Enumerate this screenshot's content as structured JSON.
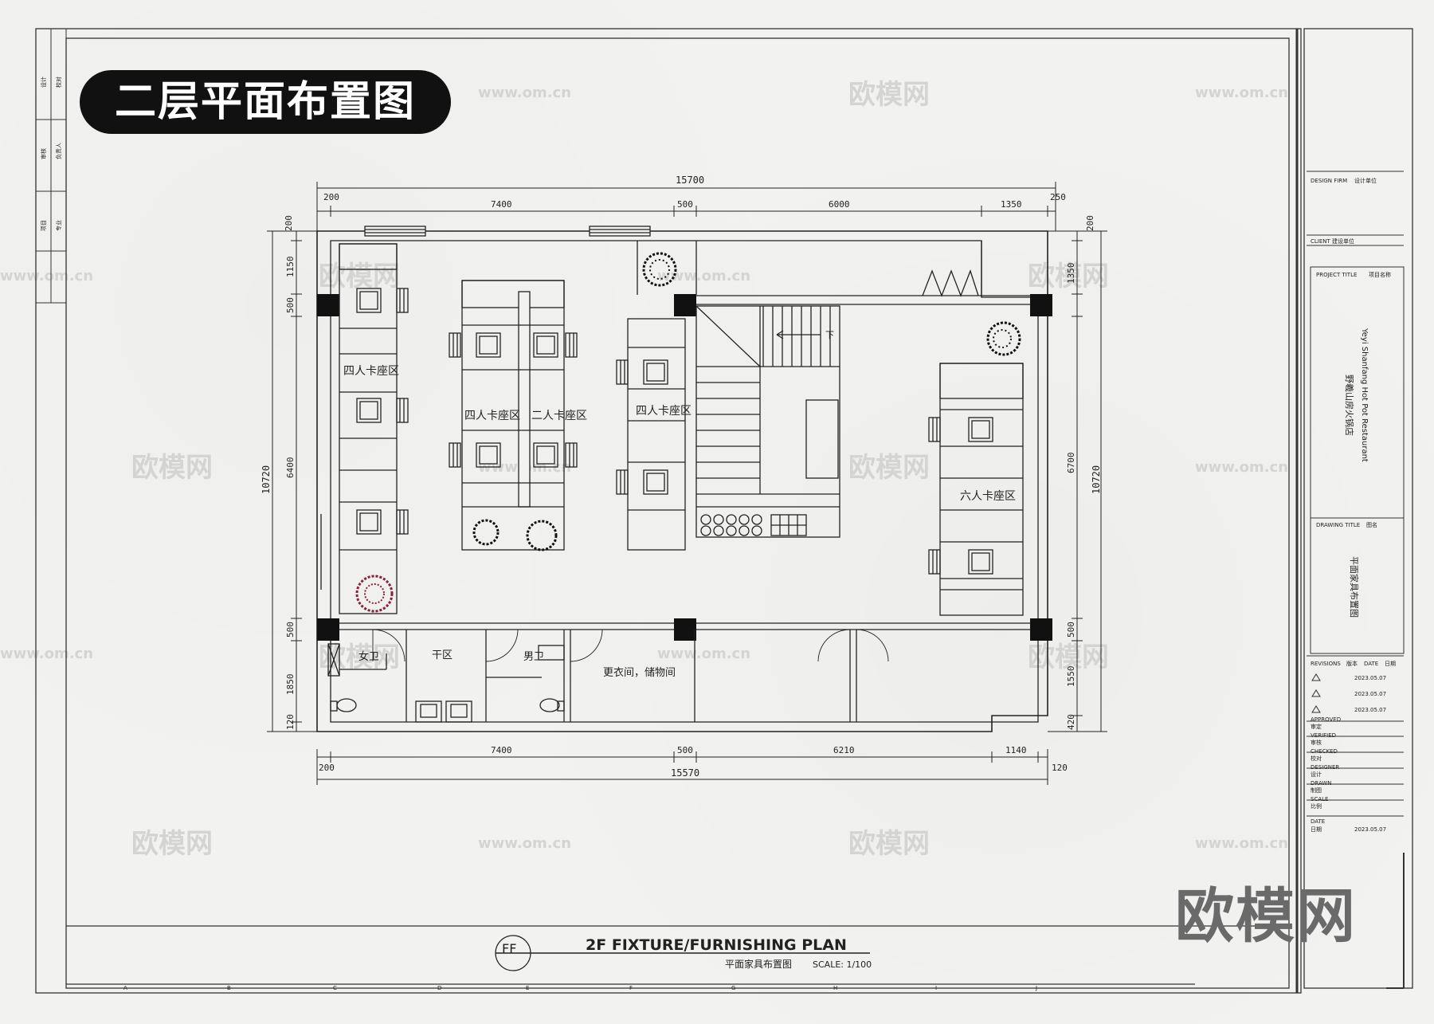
{
  "sheet_title": "二层平面布置图",
  "watermark": {
    "brand": "欧模网",
    "url": "www.om.cn"
  },
  "brand_logo": "欧模网",
  "dimensions": {
    "top_total": "15700",
    "top": [
      "200",
      "7400",
      "500",
      "6000",
      "1350",
      "250"
    ],
    "left_total": "10720",
    "left": [
      "200",
      "1150",
      "500",
      "6400",
      "500",
      "1850",
      "120"
    ],
    "right_total": "10720",
    "right": [
      "200",
      "1350",
      "6700",
      "500",
      "1550",
      "420"
    ],
    "bottom": [
      "200",
      "7400",
      "500",
      "6210",
      "1140",
      "120"
    ],
    "bottom_total": "15570"
  },
  "rooms": {
    "four_booth_left": "四人卡座区",
    "four_booth_center": "四人卡座区",
    "two_booth": "二人卡座区",
    "four_booth_right": "四人卡座区",
    "six_booth": "六人卡座区",
    "women_wc": "女卫",
    "dry_area": "干区",
    "men_wc": "男卫",
    "locker_storage": "更衣间，储物间",
    "stair_down": "下"
  },
  "plan_title": {
    "symbol": "FF",
    "en": "2F FIXTURE/FURNISHING PLAN",
    "cn": "平面家具布置图",
    "scale": "SCALE: 1/100"
  },
  "left_strip": [
    "设计",
    "校对",
    "审核",
    "负责人",
    "项目",
    "专业"
  ],
  "title_block": {
    "design_firm": "DESIGN FIRM",
    "design_firm_cn": "设计单位",
    "client": "CLIENT",
    "client_cn": "建设单位",
    "project_title": "PROJECT TITLE",
    "project_title_cn": "项目名称",
    "project_name_cn": "野羲山房火锅店",
    "project_name_en": "Yeyi Shanfang Hot Pot Restaurant",
    "drawing_title": "DRAWING TITLE",
    "drawing_title_cn": "图名",
    "drawing_name": "平面家具布置图",
    "revisions": "REVISIONS",
    "revisions_cn": "版本",
    "date": "DATE",
    "date_cn": "日期",
    "revision_dates": [
      "2023.05.07",
      "2023.05.07",
      "2023.05.07"
    ],
    "approved": "APPROVED",
    "approved_cn": "审定",
    "verified": "VERIFIED",
    "verified_cn": "审核",
    "checked": "CHECKED",
    "checked_cn": "校对",
    "designer": "DESIGNER",
    "designer_cn": "设计",
    "drawn": "DRAWN",
    "drawn_cn": "制图",
    "scale": "SCALE",
    "scale_cn": "比例",
    "date2": "DATE",
    "date2_cn": "日期",
    "issue_date": "2023.05.07"
  },
  "grid_letters": [
    "A",
    "B",
    "C",
    "D",
    "E",
    "F",
    "G",
    "H",
    "I",
    "J"
  ]
}
